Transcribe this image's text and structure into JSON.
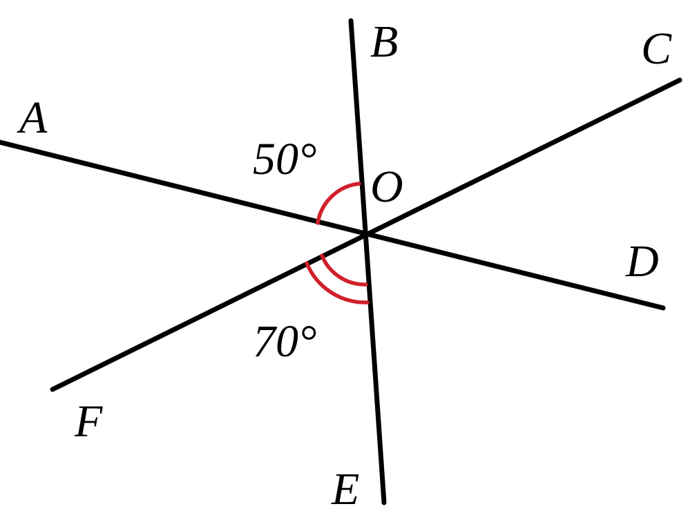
{
  "labels": {
    "A": "A",
    "B": "B",
    "C": "C",
    "D": "D",
    "E": "E",
    "F": "F",
    "O": "O"
  },
  "angles": {
    "upper": "50°",
    "lower": "70°"
  },
  "colors": {
    "lines": "#000000",
    "angle_arcs": "#d0202a",
    "background": "#ffffff"
  }
}
